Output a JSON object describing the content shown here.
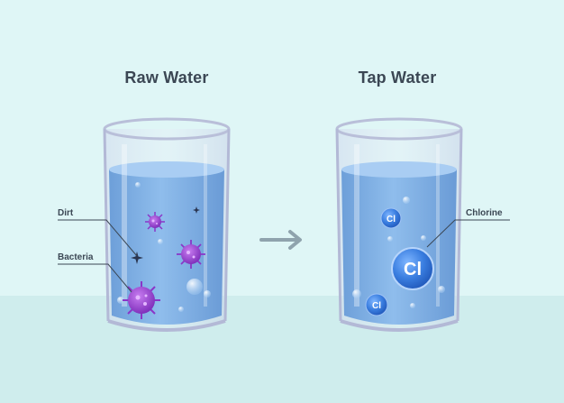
{
  "titles": {
    "left": "Raw Water",
    "right": "Tap Water"
  },
  "labels": {
    "dirt": "Dirt",
    "bacteria": "Bacteria",
    "chlorine": "Chlorine"
  },
  "molecules": {
    "symbol": "Cl"
  },
  "colors": {
    "background": "#dff6f6",
    "water": "#7fb2e6",
    "bacteria": "#9b3fd0",
    "chlorine": "#2f6fd6",
    "arrow": "#8fa3ad",
    "text": "#3b4754"
  },
  "icons": {
    "arrow": "right-arrow-icon",
    "bacteria": "virus-icon",
    "dirt": "star-speck-icon"
  }
}
